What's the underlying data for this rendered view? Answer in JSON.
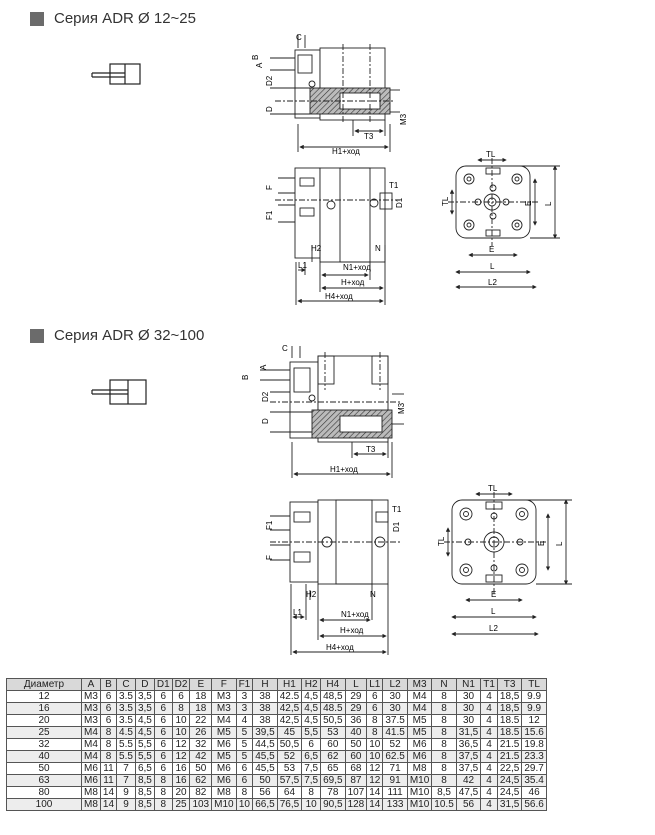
{
  "section1": {
    "title": "Серия ADR Ø 12~25"
  },
  "section2": {
    "title": "Серия ADR Ø 32~100"
  },
  "labels1": {
    "C": "C",
    "A": "A",
    "B": "B",
    "D2": "D2",
    "D": "D",
    "M3": "M3",
    "T3": "T3",
    "H1": "H1+ход",
    "F": "F",
    "F1": "F1",
    "T1": "T1",
    "D1": "D1",
    "H2": "H2",
    "N": "N",
    "L1": "L1",
    "N1": "N1+ход",
    "H": "H+ход",
    "H4": "H4+ход",
    "TL_top": "TL",
    "TL_side": "TL",
    "E_right": "E",
    "E_bottom": "E",
    "L_right": "L",
    "L_bottom": "L",
    "L2": "L2"
  },
  "labels2": {
    "C": "C",
    "A": "A",
    "B": "B",
    "D2": "D2",
    "D": "D",
    "M3": "M3",
    "T3": "T3",
    "H1": "H1+ход",
    "F": "F",
    "F1": "F1",
    "T1": "T1",
    "D1": "D1",
    "H2": "H2",
    "N": "N",
    "L1": "L1",
    "N1": "N1+ход",
    "H": "H+ход",
    "H4": "H4+ход",
    "TL_top": "TL",
    "TL_side": "TL",
    "E_right": "E",
    "E_bottom": "E",
    "L_right": "L",
    "L_bottom": "L",
    "L2": "L2"
  },
  "table": {
    "headers": [
      "Диаметр",
      "A",
      "B",
      "C",
      "D",
      "D1",
      "D2",
      "E",
      "F",
      "F1",
      "H",
      "H1",
      "H2",
      "H4",
      "L",
      "L1",
      "L2",
      "M3",
      "N",
      "N1",
      "T1",
      "T3",
      "TL"
    ],
    "rows": [
      [
        "12",
        "M3",
        "6",
        "3.5",
        "3,5",
        "6",
        "6",
        "18",
        "M3",
        "3",
        "38",
        "42.5",
        "4,5",
        "48,5",
        "29",
        "6",
        "30",
        "M4",
        "8",
        "30",
        "4",
        "18,5",
        "9.9"
      ],
      [
        "16",
        "M3",
        "6",
        "3.5",
        "3,5",
        "6",
        "8",
        "18",
        "M3",
        "3",
        "38",
        "42,5",
        "4,5",
        "48.5",
        "29",
        "6",
        "30",
        "M4",
        "8",
        "30",
        "4",
        "18,5",
        "9.9"
      ],
      [
        "20",
        "M3",
        "6",
        "3.5",
        "4,5",
        "6",
        "10",
        "22",
        "M4",
        "4",
        "38",
        "42,5",
        "4,5",
        "50,5",
        "36",
        "8",
        "37.5",
        "M5",
        "8",
        "30",
        "4",
        "18.5",
        "12"
      ],
      [
        "25",
        "M4",
        "8",
        "4.5",
        "4,5",
        "6",
        "10",
        "26",
        "M5",
        "5",
        "39,5",
        "45",
        "5,5",
        "53",
        "40",
        "8",
        "41.5",
        "M5",
        "8",
        "31,5",
        "4",
        "18.5",
        "15.6"
      ],
      [
        "32",
        "M4",
        "8",
        "5.5",
        "5,5",
        "6",
        "12",
        "32",
        "M6",
        "5",
        "44,5",
        "50,5",
        "6",
        "60",
        "50",
        "10",
        "52",
        "M6",
        "8",
        "36,5",
        "4",
        "21.5",
        "19.8"
      ],
      [
        "40",
        "M4",
        "8",
        "5.5",
        "5,5",
        "6",
        "12",
        "42",
        "M5",
        "5",
        "45,5",
        "52",
        "6,5",
        "62",
        "60",
        "10",
        "62.5",
        "M6",
        "8",
        "37,5",
        "4",
        "21.5",
        "23.3"
      ],
      [
        "50",
        "M6",
        "11",
        "7",
        "6,5",
        "6",
        "16",
        "50",
        "M6",
        "6",
        "45,5",
        "53",
        "7,5",
        "65",
        "68",
        "12",
        "71",
        "M8",
        "8",
        "37,5",
        "4",
        "22,5",
        "29.7"
      ],
      [
        "63",
        "M6",
        "11",
        "7",
        "8,5",
        "8",
        "16",
        "62",
        "M6",
        "6",
        "50",
        "57,5",
        "7,5",
        "69,5",
        "87",
        "12",
        "91",
        "M10",
        "8",
        "42",
        "4",
        "24,5",
        "35.4"
      ],
      [
        "80",
        "M8",
        "14",
        "9",
        "8,5",
        "8",
        "20",
        "82",
        "M8",
        "8",
        "56",
        "64",
        "8",
        "78",
        "107",
        "14",
        "111",
        "M10",
        "8,5",
        "47,5",
        "4",
        "24,5",
        "46"
      ],
      [
        "100",
        "M8",
        "14",
        "9",
        "8,5",
        "8",
        "25",
        "103",
        "M10",
        "10",
        "66,5",
        "76,5",
        "10",
        "90,5",
        "128",
        "14",
        "133",
        "M10",
        "10.5",
        "56",
        "4",
        "31,5",
        "56.6"
      ]
    ]
  }
}
